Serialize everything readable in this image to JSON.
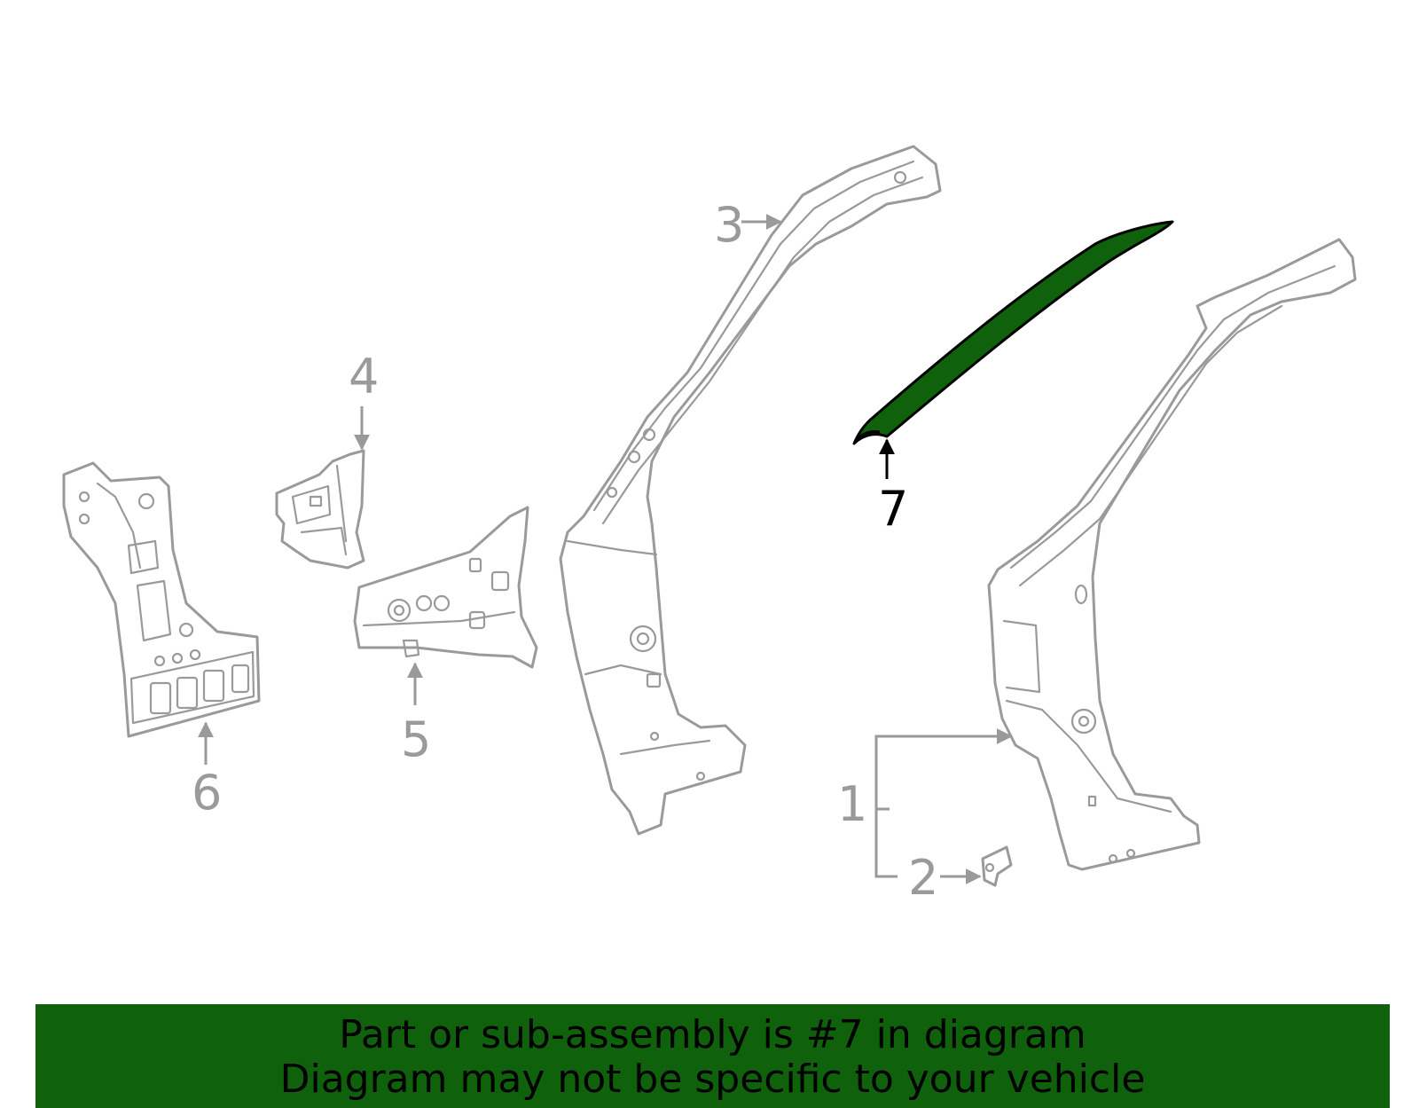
{
  "diagram": {
    "callouts": {
      "c1": "1",
      "c2": "2",
      "c3": "3",
      "c4": "4",
      "c5": "5",
      "c6": "6",
      "c7": "7"
    },
    "highlight_color": "#0f620b",
    "part_color": "#9a9a9a"
  },
  "banner": {
    "line1": "Part or sub-assembly is #7 in diagram",
    "line2": "Diagram may not be specific to your vehicle",
    "background": "#0f620b"
  }
}
